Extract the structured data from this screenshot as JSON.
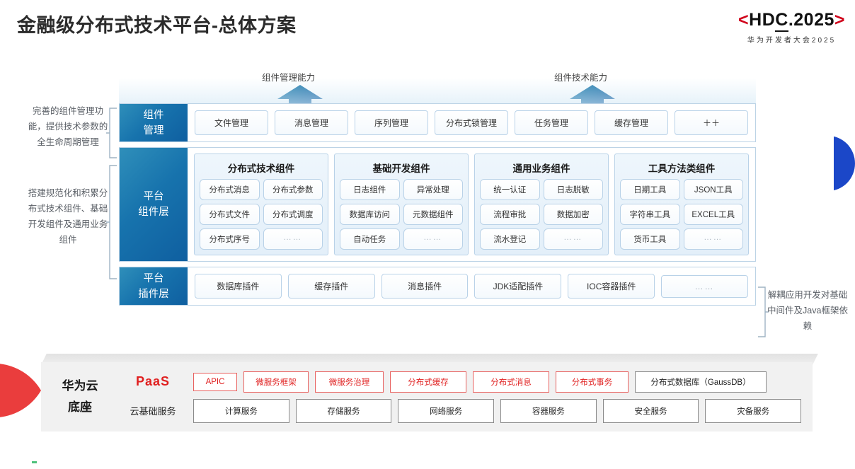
{
  "header": {
    "title": "金融级分布式技术平台-总体方案",
    "logo": {
      "bracket_left": "<",
      "main_prefix": "HD",
      "main_underlined": "C",
      "main_suffix": ".2025",
      "bracket_right": ">",
      "subtitle": "华为开发者大会2025",
      "bracket_color": "#d0021b"
    }
  },
  "capabilities": [
    {
      "label": "组件管理能力",
      "arrow": "up-arrow"
    },
    {
      "label": "组件技术能力",
      "arrow": "up-arrow"
    }
  ],
  "side_notes": {
    "left": [
      "完善的组件管理功能，提供技术参数的全生命周期管理",
      "搭建规范化和积累分布式技术组件、基础开发组件及通用业务组件"
    ],
    "right": [
      "解耦应用开发对基础中间件及Java框架依赖"
    ]
  },
  "layers": [
    {
      "name": "component-management",
      "label": "组件\n管理",
      "label_lines": [
        "组件",
        "管理"
      ],
      "chips": [
        "文件管理",
        "消息管理",
        "序列管理",
        "分布式锁管理",
        "任务管理",
        "缓存管理",
        "＋＋"
      ]
    },
    {
      "name": "platform-component",
      "label_lines": [
        "平台",
        "组件层"
      ],
      "groups": [
        {
          "title": "分布式技术组件",
          "cells": [
            "分布式消息",
            "分布式参数",
            "分布式文件",
            "分布式调度",
            "分布式序号",
            "……"
          ]
        },
        {
          "title": "基础开发组件",
          "cells": [
            "日志组件",
            "异常处理",
            "数据库访问",
            "元数据组件",
            "自动任务",
            "……"
          ]
        },
        {
          "title": "通用业务组件",
          "cells": [
            "统一认证",
            "日志脱敏",
            "流程审批",
            "数据加密",
            "流水登记",
            "……"
          ]
        },
        {
          "title": "工具方法类组件",
          "cells": [
            "日期工具",
            "JSON工具",
            "字符串工具",
            "EXCEL工具",
            "货币工具",
            "……"
          ]
        }
      ]
    },
    {
      "name": "platform-plugin",
      "label_lines": [
        "平台",
        "插件层"
      ],
      "chips": [
        "数据库插件",
        "缓存插件",
        "消息插件",
        "JDK适配插件",
        "IOC容器插件",
        "……"
      ]
    }
  ],
  "base": {
    "label_lines": [
      "华为云",
      "底座"
    ],
    "rows": [
      {
        "tag": "PaaS",
        "tag_style": "paas",
        "items": [
          {
            "text": "APIC",
            "style": "red",
            "width": 62
          },
          {
            "text": "微服务框架",
            "style": "red",
            "width": 92
          },
          {
            "text": "微服务治理",
            "style": "red",
            "width": 97
          },
          {
            "text": "分布式缓存",
            "style": "red",
            "width": 108
          },
          {
            "text": "分布式消息",
            "style": "red",
            "width": 108
          },
          {
            "text": "分布式事务",
            "style": "red",
            "width": 103
          },
          {
            "text": "分布式数据库（GaussDB）",
            "style": "grey",
            "width": 186
          }
        ]
      },
      {
        "tag": "云基础服务",
        "tag_style": "cloud",
        "items": [
          {
            "text": "计算服务",
            "style": "svc"
          },
          {
            "text": "存储服务",
            "style": "svc"
          },
          {
            "text": "网络服务",
            "style": "svc"
          },
          {
            "text": "容器服务",
            "style": "svc"
          },
          {
            "text": "安全服务",
            "style": "svc"
          },
          {
            "text": "灾备服务",
            "style": "svc"
          }
        ]
      }
    ]
  },
  "colors": {
    "accent_blue": "#1773ad",
    "brand_red": "#e02020",
    "decor_blue": "#1b47c8",
    "panel_grey": "#f1f1f1"
  }
}
